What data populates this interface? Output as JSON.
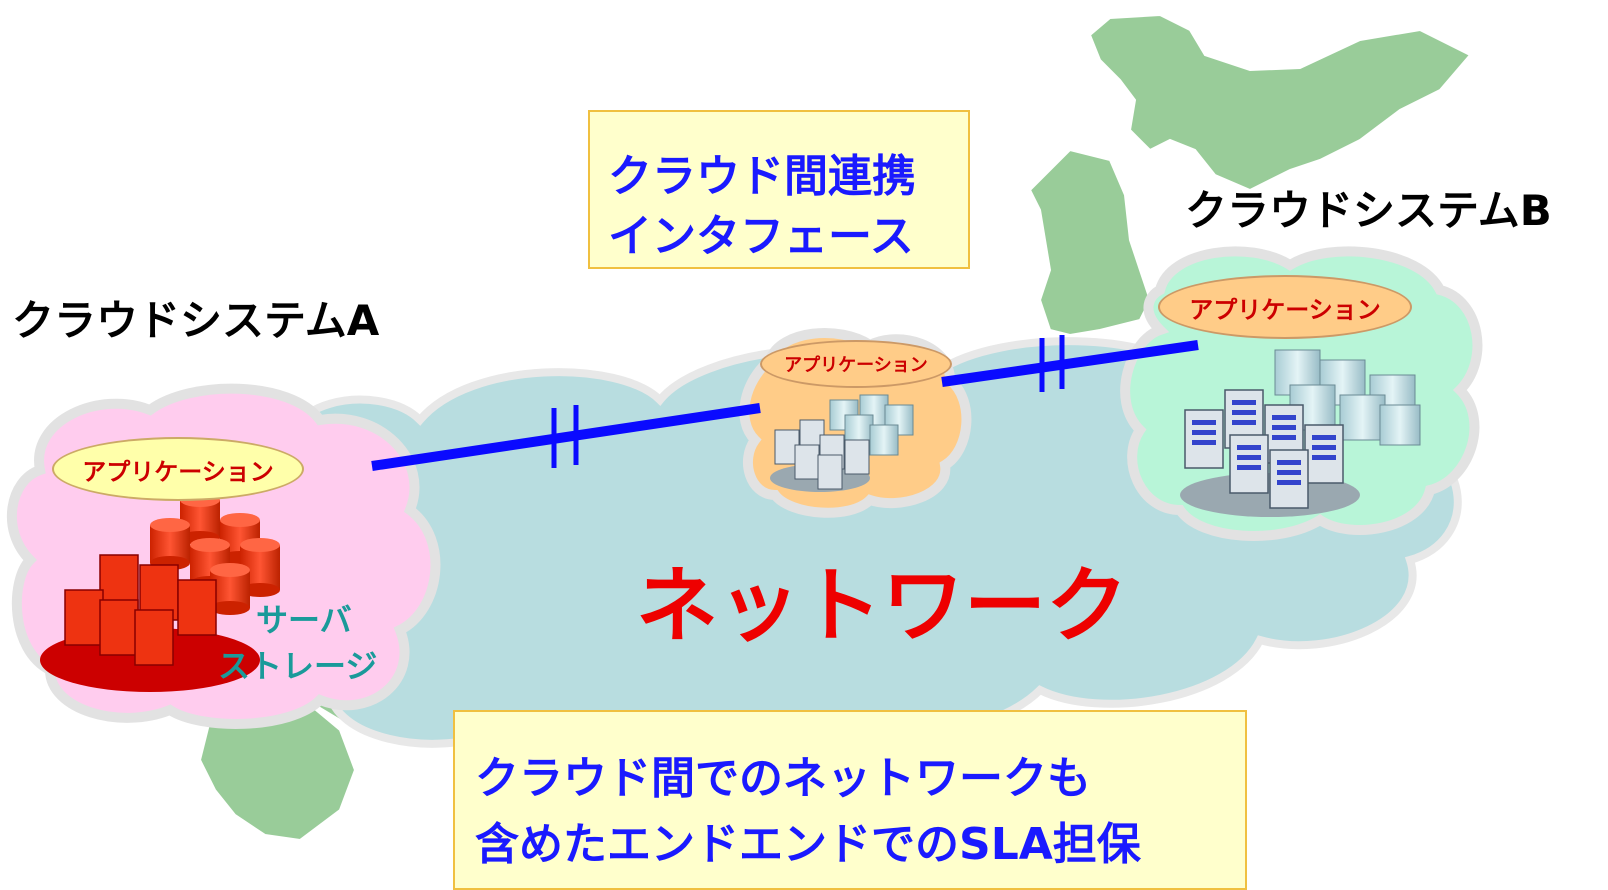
{
  "interface_box": {
    "line1": "クラウド間連携",
    "line2": "インタフェース"
  },
  "system_a": {
    "title": "クラウドシステムA",
    "app_label": "アプリケーション",
    "server_label": "サーバ",
    "storage_label": "ストレージ"
  },
  "system_b": {
    "title": "クラウドシステムB",
    "app_label": "アプリケーション"
  },
  "middle_cloud": {
    "app_label": "アプリケーション"
  },
  "network_label": "ネットワーク",
  "sla_box": {
    "line1": "クラウド間でのネットワークも",
    "line2": "含めたエンドエンドでのSLA担保"
  },
  "colors": {
    "text_blue": "#1a1aff",
    "network_red": "#ee0000",
    "teal": "#1a9a9a",
    "link_blue": "#0a0aff"
  }
}
